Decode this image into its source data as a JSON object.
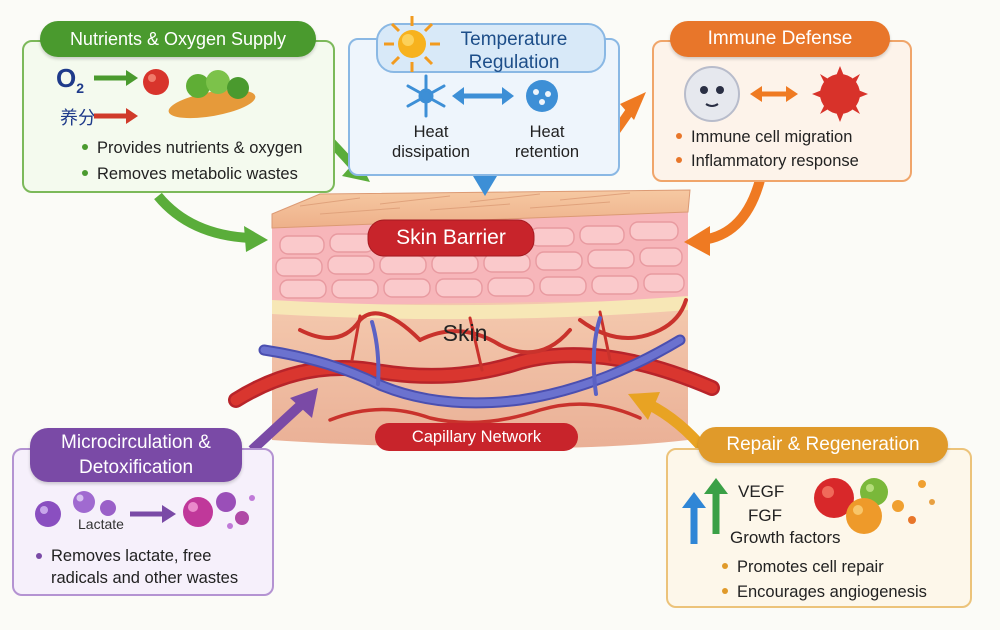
{
  "center": {
    "barrier_label": "Skin Barrier",
    "skin_label": "Skin",
    "capillary_label": "Capillary Network"
  },
  "nutrients": {
    "title": "Nutrients & Oxygen Supply",
    "o2_label": "O",
    "o2_subscript": "2",
    "nutrient_chinese": "养分",
    "bullets": [
      "Provides nutrients & oxygen",
      "Removes metabolic wastes"
    ],
    "color": "#4a9a2e"
  },
  "temperature": {
    "title_line1": "Temperature",
    "title_line2": "Regulation",
    "heat_dissipation_line1": "Heat",
    "heat_dissipation_line2": "dissipation",
    "heat_retention_line1": "Heat",
    "heat_retention_line2": "retention",
    "color": "#3d8fd6"
  },
  "immune": {
    "title": "Immune Defense",
    "bullets": [
      "Immune cell migration",
      "Inflammatory response"
    ],
    "color": "#e8762a"
  },
  "micro": {
    "title_line1": "Microcirculation &",
    "title_line2": "Detoxification",
    "lactate_label": "Lactate",
    "bullets_line1": "Removes lactate, free",
    "bullets_line2": "radicals and other wastes",
    "color": "#7a4aa6"
  },
  "repair": {
    "title": "Repair & Regeneration",
    "factor1": "VEGF",
    "factor2": "FGF",
    "factor3": "Growth factors",
    "bullets": [
      "Promotes cell repair",
      "Encourages angiogenesis"
    ],
    "color": "#e09a2a"
  }
}
